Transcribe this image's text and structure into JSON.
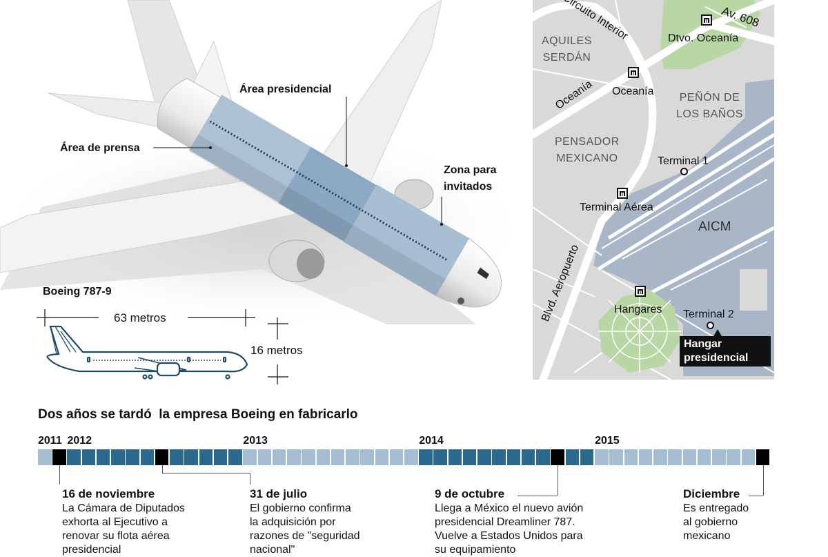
{
  "plane": {
    "labels": {
      "press": "Área de prensa",
      "presidential": "Área presidencial",
      "guests_1": "Zona para",
      "guests_2": "invitados"
    },
    "colors": {
      "press": "#a9bfd3",
      "presidential": "#86a4c0",
      "guests": "#a3bbd1",
      "body": "#f1f1f1",
      "shadow": "#d4d4d4"
    }
  },
  "specs": {
    "model": "Boeing 787-9",
    "length": "63 metros",
    "height": "16 metros",
    "outline_color": "#1f4a66"
  },
  "map": {
    "colors": {
      "land": "#d9d9d9",
      "road": "#ffffff",
      "park": "#b9d7a4",
      "airport": "#a8b6c8"
    },
    "streets": {
      "circuito": "Circuito Interior",
      "av608": "Av. 608",
      "oceania_st": "Oceanía",
      "blvd": "Blvd. Aeropuerto"
    },
    "neighborhoods": [
      {
        "line1": "AQUILES",
        "line2": "SERDÁN"
      },
      {
        "line1": "PEÑÓN DE",
        "line2": "LOS BAÑOS"
      },
      {
        "line1": "PENSADOR",
        "line2": "MEXICANO"
      }
    ],
    "stations": {
      "dtvo": "Dtvo. Oceanía",
      "oceania": "Oceanía",
      "terminal_aerea": "Terminal Aérea",
      "hangares": "Hangares"
    },
    "terminals": {
      "t1": "Terminal 1",
      "t2": "Terminal 2"
    },
    "airport": "AICM",
    "callout": {
      "line1": "Hangar",
      "line2": "presidencial"
    }
  },
  "timeline": {
    "title": "Dos años se tardó  la empresa Boeing en fabricarlo",
    "colors": {
      "light": "#a7bdd2",
      "dark": "#2b6a8e",
      "event": "#000000"
    },
    "years": [
      {
        "label": "2011",
        "first_month": 10,
        "last_month": 11,
        "tone": "light"
      },
      {
        "label": "2012",
        "first_month": 1,
        "last_month": 12,
        "tone": "dark"
      },
      {
        "label": "2013",
        "first_month": 1,
        "last_month": 12,
        "tone": "light"
      },
      {
        "label": "2014",
        "first_month": 1,
        "last_month": 12,
        "tone": "dark"
      },
      {
        "label": "2015",
        "first_month": 1,
        "last_month": 12,
        "tone": "light"
      }
    ],
    "events": [
      {
        "year": "2011",
        "month": 11,
        "title": "16 de noviembre",
        "lines": [
          "La Cámara de Diputados",
          "exhorta al Ejecutivo a",
          "renovar su flota aérea",
          "presidencial"
        ]
      },
      {
        "year": "2012",
        "month": 7,
        "title": "31 de julio",
        "lines": [
          "El gobierno confirma",
          "la adquisición por",
          "razones de \"seguridad",
          "nacional\""
        ]
      },
      {
        "year": "2014",
        "month": 10,
        "title": "9 de octubre",
        "lines": [
          "Llega a México el nuevo avión",
          "presidencial Dreamliner 787.",
          "Vuelve a Estados Unidos para",
          "su equipamiento"
        ]
      },
      {
        "year": "2015",
        "month": 12,
        "title": "Diciembre",
        "lines": [
          "Es entregado",
          "al gobierno",
          "mexicano"
        ]
      }
    ]
  }
}
